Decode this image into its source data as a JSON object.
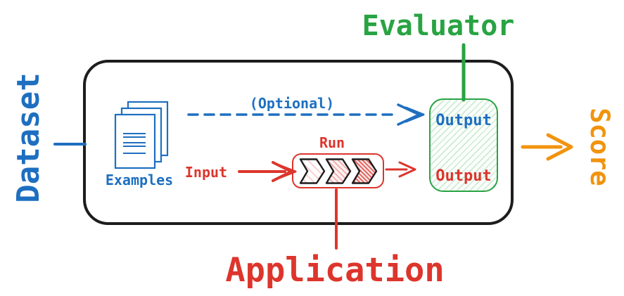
{
  "colors": {
    "blue": "#1e6fc0",
    "green": "#29a343",
    "red": "#dd352c",
    "orange": "#f2930d",
    "outline": "#1d1d1d"
  },
  "diagram": {
    "dataset_label": "Dataset",
    "evaluator_label": "Evaluator",
    "score_label": "Score",
    "application_label": "Application",
    "icons": {
      "examples": "stacked-documents-icon",
      "run": "chevron-pipeline-icon",
      "optional_arrow": "dashed-arrow-right-icon",
      "input_arrow": "arrow-right-icon",
      "output_arrow": "arrow-right-icon",
      "score_arrow": "arrow-right-icon"
    },
    "experiment_box": {
      "examples_label": "Examples",
      "optional_label": "(Optional)",
      "input_label": "Input",
      "run_label": "Run",
      "evaluator_output_box": {
        "reference_output_label": "Output",
        "run_output_label": "Output"
      }
    }
  }
}
